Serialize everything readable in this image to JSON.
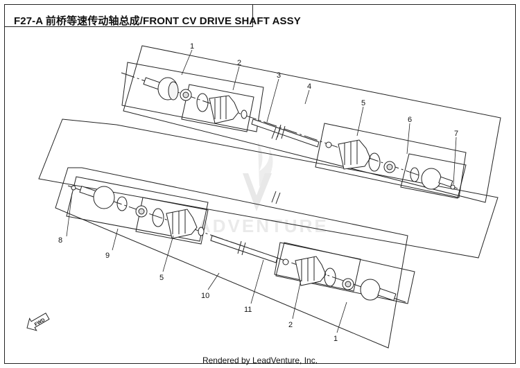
{
  "header": {
    "title": "F27-A  前桥等速传动轴总成/FRONT CV DRIVE SHAFT ASSY"
  },
  "watermark": {
    "text": "ADVENTURE"
  },
  "badge": {
    "fwd": "FWD"
  },
  "callouts": {
    "c1_top": "1",
    "c2_top": "2",
    "c3": "3",
    "c4": "4",
    "c5_top": "5",
    "c6": "6",
    "c7": "7",
    "c8": "8",
    "c9": "9",
    "c5_bot": "5",
    "c10": "10",
    "c11": "11",
    "c2_bot": "2",
    "c1_bot": "1"
  },
  "footer": {
    "text": "Rendered by LeadVenture, Inc."
  },
  "colors": {
    "line": "#222222",
    "watermark": "#e6e6e6"
  }
}
